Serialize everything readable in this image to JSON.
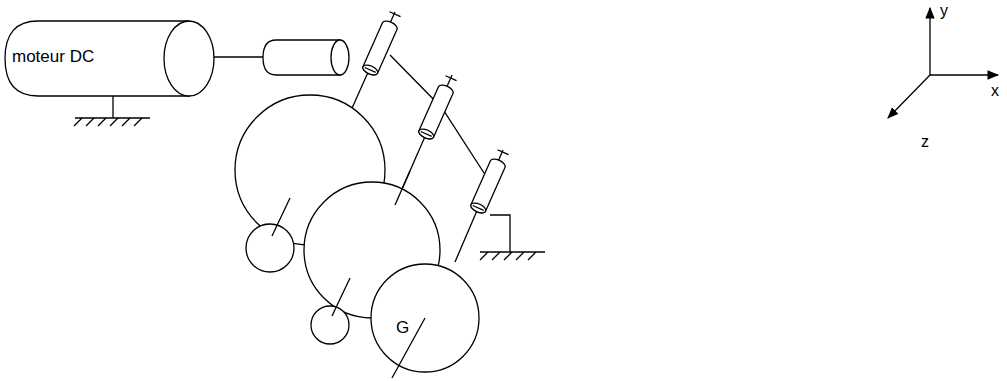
{
  "diagram": {
    "nodes": [
      {
        "text": [
          "moteur DC"
        ]
      },
      {
        "text": [
          "G"
        ]
      }
    ],
    "labels": [
      "y",
      "x",
      "z"
    ]
  }
}
